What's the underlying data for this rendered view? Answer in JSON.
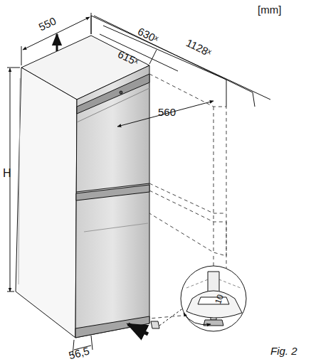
{
  "diagram": {
    "caption": "Fig. 2",
    "labels": [
      "[mm]",
      "550",
      "630ˣ",
      "1128ˣ",
      "615ˣ",
      "560",
      "H",
      "56,5",
      "10"
    ]
  }
}
